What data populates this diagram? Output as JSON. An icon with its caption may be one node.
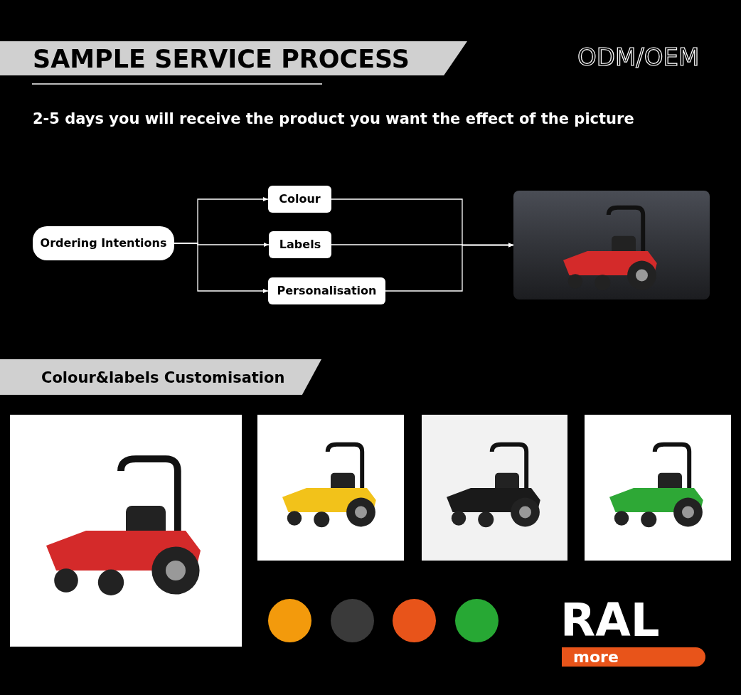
{
  "diagram": {
    "title": "SAMPLE SERVICE PROCESS",
    "nodes": [
      {
        "text": [
          "Ordering Intentions"
        ]
      },
      {
        "text": [
          "Colour"
        ]
      },
      {
        "text": [
          "Labels"
        ]
      },
      {
        "text": [
          "Personalisation"
        ]
      },
      {
        "text": [],
        "shape": "picture"
      }
    ],
    "edges": [
      {
        "from": 0,
        "to": 1,
        "arrow": "to"
      },
      {
        "from": 0,
        "to": 2,
        "arrow": "to"
      },
      {
        "from": 0,
        "to": 3,
        "arrow": "to"
      },
      {
        "from": 1,
        "to": 4,
        "arrow": "to"
      },
      {
        "from": 2,
        "to": 4,
        "arrow": "to"
      },
      {
        "from": 3,
        "to": 4,
        "arrow": "to"
      }
    ],
    "labels": [
      "ODM/OEM",
      "2-5 days you will receive the product you want the effect of the picture",
      "Colour&labels Customisation",
      "RAL",
      "more"
    ]
  }
}
